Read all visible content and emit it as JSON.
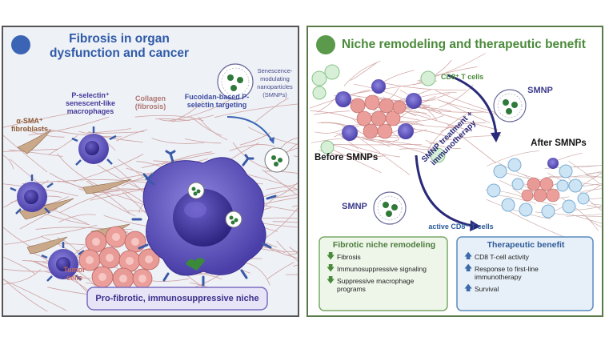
{
  "left_panel": {
    "title": "Fibrosis in organ dysfunction and cancer",
    "labels": {
      "fibroblasts": "α-SMA⁺ fibroblasts",
      "macrophages": "P-selectin⁺ senescent-like macrophages",
      "collagen": "Collagen (fibrosis)",
      "snmp": "Senescence-modulating nanoparticles (SMNPs)",
      "targeting": "Fucoidan-based P-selectin targeting",
      "tumor": "Tumor cells"
    },
    "banner": "Pro-fibrotic, immunosuppressive niche"
  },
  "right_panel": {
    "title": "Niche remodeling and therapeutic benefit",
    "labels": {
      "cd8": "CD8⁺ T cells",
      "smnp_top": "SMNP",
      "before": "Before SMNPs",
      "after": "After SMNPs",
      "treatment": "SMNP treatment + immunotherapy",
      "smnp_bottom": "SMNP",
      "active_cd8": "active CD8⁺ T cells"
    },
    "remodeling_box": {
      "title": "Fibrotic niche remodeling",
      "items": [
        {
          "dir": "down",
          "text": "Fibrosis"
        },
        {
          "dir": "down",
          "text": "Immunosuppressive signaling"
        },
        {
          "dir": "down",
          "text": "Suppressive macrophage programs"
        }
      ]
    },
    "benefit_box": {
      "title": "Therapeutic benefit",
      "items": [
        {
          "dir": "up",
          "text": "CD8 T-cell activity"
        },
        {
          "dir": "up",
          "text": "Response to first-line immunotherapy"
        },
        {
          "dir": "up",
          "text": "Survival"
        }
      ]
    }
  },
  "colors": {
    "left_accent": "#3b64b4",
    "right_accent": "#5a9a4a",
    "collagen": "#c48a88",
    "macrophage": "#6a5cc9",
    "tumor": "#e79a96",
    "tcell": "#a8cfe8",
    "arrow": "#2a2a7a",
    "down_arrow": "#4a8a3a",
    "up_arrow": "#3a6aa8"
  }
}
